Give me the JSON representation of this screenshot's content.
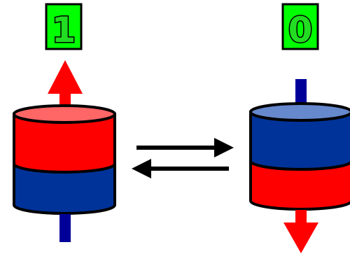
{
  "left_state": {
    "bit": "1",
    "top_color": "#ff0000",
    "bottom_color": "#003399",
    "top_face_color": "#ff6666",
    "arrow_direction": "up"
  },
  "right_state": {
    "bit": "0",
    "top_color": "#003399",
    "bottom_color": "#ff0000",
    "top_face_color": "#6688cc",
    "arrow_direction": "down"
  },
  "colors": {
    "label_background": "#00ff00",
    "label_border": "#000000",
    "label_text": "#22dd22",
    "arrow_red": "#ff0000",
    "stem_blue": "#000099",
    "outline": "#000000"
  },
  "transition": {
    "forward_arrow": "right",
    "reverse_arrow": "left"
  }
}
